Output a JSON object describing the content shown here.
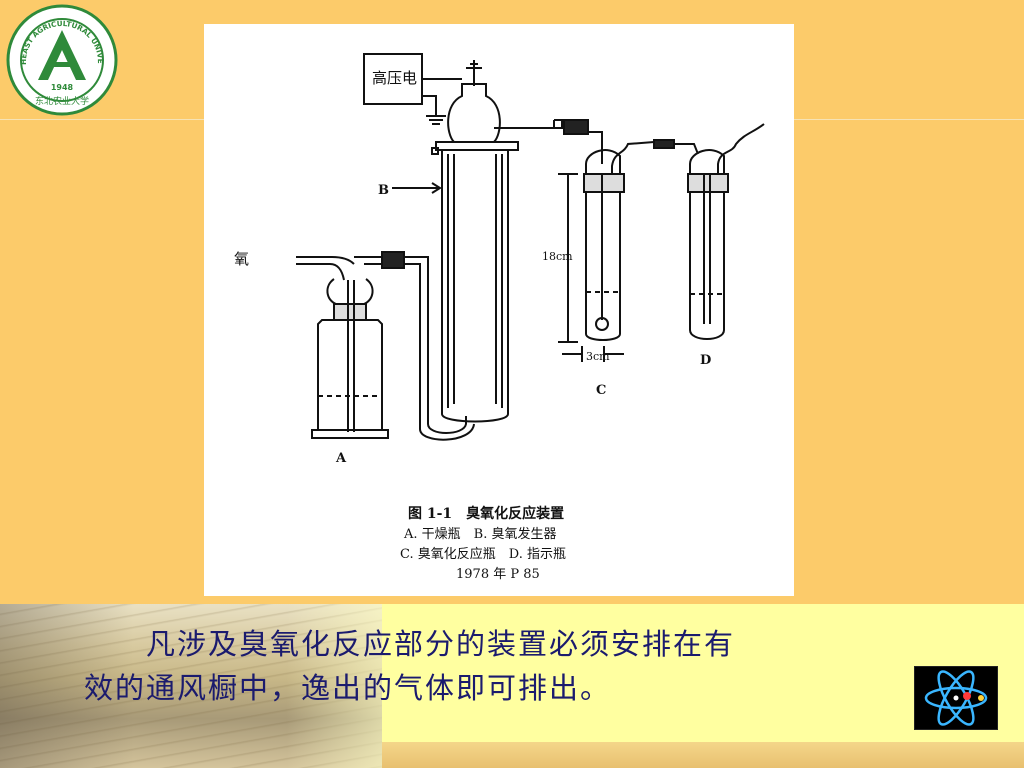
{
  "logo": {
    "arc_text": "NORTHEAST AGRICULTURAL UNIVERSITY",
    "year": "1948",
    "chinese_name": "东北农业大学"
  },
  "figure": {
    "labels": {
      "high_voltage": "高压电",
      "oxygen": "氧",
      "b": "B",
      "a": "A",
      "c": "C",
      "d": "D",
      "height": "18cm",
      "width": "3cm"
    },
    "caption": {
      "line1": "图 1-1　臭氧化反应装置",
      "line2": "A. 干燥瓶　B. 臭氧发生器",
      "line3": "C. 臭氧化反应瓶　D. 指示瓶",
      "line4": "1978 年 P 85"
    }
  },
  "text": {
    "line1": "凡涉及臭氧化反应部分的装置必须安排在有",
    "line2": "效的通风橱中，逸出的气体即可排出。"
  },
  "colors": {
    "background": "#FCCB6A",
    "band": "#FFFFA0",
    "text": "#1b1b6e",
    "logo_green": "#2f8a3a"
  },
  "icons": {
    "logo": "university-emblem-icon",
    "atom": "atom-icon"
  }
}
